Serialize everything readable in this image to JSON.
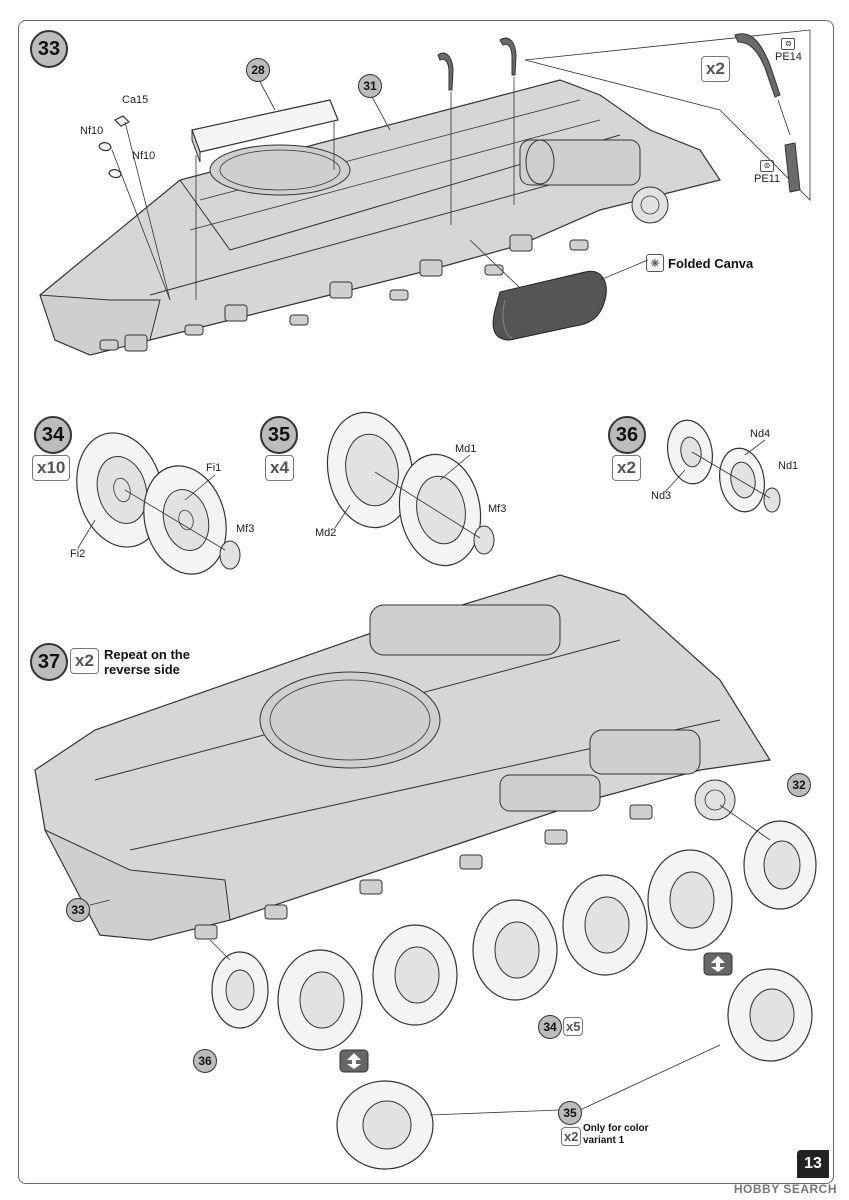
{
  "page_number": "13",
  "watermark": "HOBBY SEARCH",
  "steps": {
    "s33": {
      "number": "33",
      "callouts": {
        "c28": "28",
        "c31": "31"
      },
      "parts": {
        "ca15": "Ca15",
        "nf10a": "Nf10",
        "nf10b": "Nf10",
        "pe14": "PE14",
        "pe11": "PE11"
      },
      "inset_qty": "x2",
      "folded_label": "Folded Canva"
    },
    "s34": {
      "number": "34",
      "qty": "x10",
      "parts": {
        "fi1": "Fi1",
        "fi2": "Fi2",
        "mf3": "Mf3"
      }
    },
    "s35": {
      "number": "35",
      "qty": "x4",
      "parts": {
        "md1": "Md1",
        "md2": "Md2",
        "mf3": "Mf3"
      }
    },
    "s36": {
      "number": "36",
      "qty": "x2",
      "parts": {
        "nd4": "Nd4",
        "nd1": "Nd1",
        "nd3": "Nd3"
      }
    },
    "s37": {
      "number": "37",
      "qty": "x2",
      "note": "Repeat on the reverse side",
      "callouts": {
        "c32": "32",
        "c33": "33",
        "c34": "34",
        "c34_qty": "x5",
        "c36": "36",
        "c35": "35"
      },
      "variant_qty": "x2",
      "variant_note": "Only for color variant 1"
    }
  },
  "icons": {
    "flip": "flip-over-icon",
    "photoetch": "photo-etch-icon",
    "fabric": "fabric-icon"
  }
}
